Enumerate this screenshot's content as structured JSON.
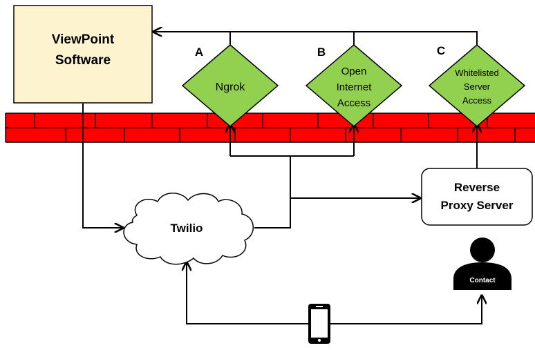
{
  "nodes": {
    "viewpoint": {
      "line1": "ViewPoint",
      "line2": "Software"
    },
    "ngrok": {
      "label": "Ngrok",
      "letter": "A"
    },
    "open_internet": {
      "line1": "Open",
      "line2": "Internet",
      "line3": "Access",
      "letter": "B"
    },
    "whitelisted": {
      "line1": "Whitelisted",
      "line2": "Server",
      "line3": "Access",
      "letter": "C"
    },
    "reverse_proxy": {
      "line1": "Reverse",
      "line2": "Proxy Server"
    },
    "twilio": {
      "label": "Twilio"
    },
    "contact": {
      "label": "Contact"
    }
  },
  "colors": {
    "software_fill": "#fdf3cf",
    "diamond_fill": "#92d050",
    "firewall_fill": "#ff0000",
    "line": "#000000"
  }
}
